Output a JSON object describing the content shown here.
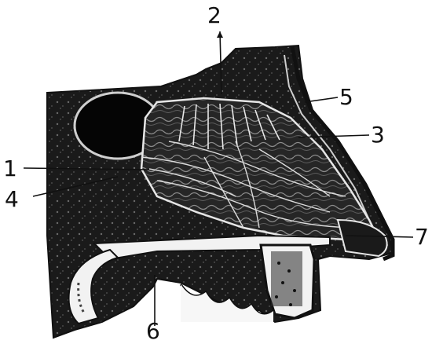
{
  "figure": {
    "ink_color": "#111111",
    "paper_color": "#ffffff",
    "labels": {
      "l1": "1",
      "l2": "2",
      "l3": "3",
      "l4": "4",
      "l5": "5",
      "l6": "6",
      "l7": "7"
    }
  }
}
